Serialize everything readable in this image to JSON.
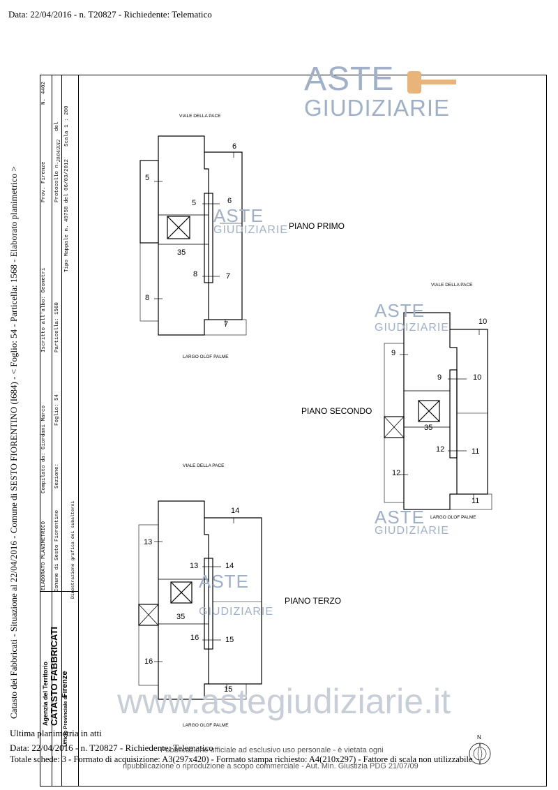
{
  "header": {
    "top_line": "Data: 22/04/2016 - n. T20827 - Richiedente: Telematico"
  },
  "side_caption": "Catasto dei Fabbricati - Situazione al 22/04/2016 - Comune di SESTO FIORENTINO (I684) - < Foglio: 54 - Particella: 1568 - Elaborato planimetrico >",
  "titleblock": {
    "agency": "Agenzia del Territorio",
    "catasto": "CATASTO FABBRICATI",
    "ufficio": "Ufficio Provinciale di",
    "city": "Firenze",
    "elaborato": "ELABORATO PLANIMETRICO",
    "compilato": "Compilato da: Giordani Marco",
    "iscritto": "Iscritto all'albo: Geometri",
    "prov": "Prov. Firenze",
    "n_label": "N.",
    "n_value": "4402",
    "comune": "Comune di Sesto Fiorentino",
    "sezione": "Sezione:",
    "foglio": "Foglio: 54",
    "particella": "Particella: 1568",
    "protocollo": "Protocollo n.",
    "protocollo_date": "20/04/2012",
    "del": "del",
    "tipo_mappale": "Tipo Mappale n. 49758  del 06/03/2012",
    "dimostrazione": "Dimostrazione grafica dei subalterni",
    "scala": "Scala 1 : 200"
  },
  "watermark": {
    "line1": "ASTE",
    "line2": "GIUDIZIARIE",
    "url": "www.astegiudiziarie.it"
  },
  "plans": {
    "primo": {
      "title": "PIANO PRIMO",
      "street_top": "VIALE DELLA PACE",
      "street_bottom": "LARGO OLOF PALME",
      "labels": [
        "6",
        "5",
        "5",
        "6",
        "35",
        "8",
        "7",
        "8",
        "7"
      ]
    },
    "secondo": {
      "title": "PIANO SECONDO",
      "street_top": "VIALE DELLA PACE",
      "street_bottom": "LARGO OLOF PALME",
      "labels": [
        "10",
        "9",
        "9",
        "10",
        "35",
        "12",
        "11",
        "12",
        "11"
      ]
    },
    "terzo": {
      "title": "PIANO TERZO",
      "street_top": "VIALE DELLA PACE",
      "street_bottom": "LARGO OLOF PALME",
      "labels": [
        "14",
        "13",
        "13",
        "14",
        "35",
        "16",
        "15",
        "16",
        "15"
      ]
    }
  },
  "north": "N",
  "footer": {
    "ultima": "Ultima planimetria in atti",
    "data_line": "Data: 22/04/2016 - n. T20827 - Richiedente: Telematico",
    "totale_line": "Totale schede: 3 - Formato di acquisizione: A3(297x420) - Formato stampa richiesto: A4(210x297) - Fattore di scala non utilizzabile",
    "pub1": "Pubblicazione ufficiale ad esclusivo uso personale - è vietata ogni",
    "pub2": "ripubblicazione o riproduzione a scopo commerciale - Aut. Min. Giustizia PDG 21/07/09"
  },
  "colors": {
    "watermark": "#9fb0c8",
    "gavel": "#e8b47a",
    "hatch": "#555555"
  }
}
